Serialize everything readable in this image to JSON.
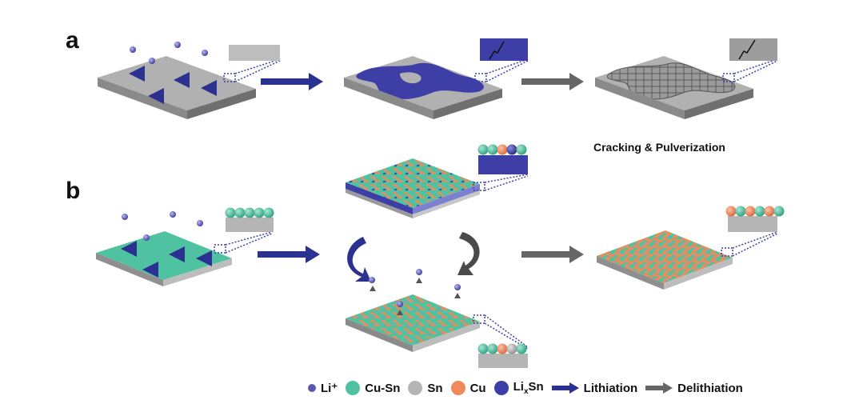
{
  "panels": {
    "a": {
      "letter": "a",
      "caption": "Cracking & Pulverization"
    },
    "b": {
      "letter": "b"
    }
  },
  "legend": {
    "li": "Li⁺",
    "cusn": "Cu-Sn",
    "sn": "Sn",
    "cu": "Cu",
    "lixsn_main": "Li",
    "lixsn_sub": "x",
    "lixsn_tail": "Sn",
    "lithiation": "Lithiation",
    "delithiation": "Delithiation"
  },
  "colors": {
    "li": "#5a57b0",
    "cusn": "#4fc3a1",
    "sn": "#b5b5b5",
    "cu": "#f08a5d",
    "lixsn": "#3d3fa6",
    "lithiation_arrow": "#2b3191",
    "delithiation_arrow": "#666666"
  }
}
